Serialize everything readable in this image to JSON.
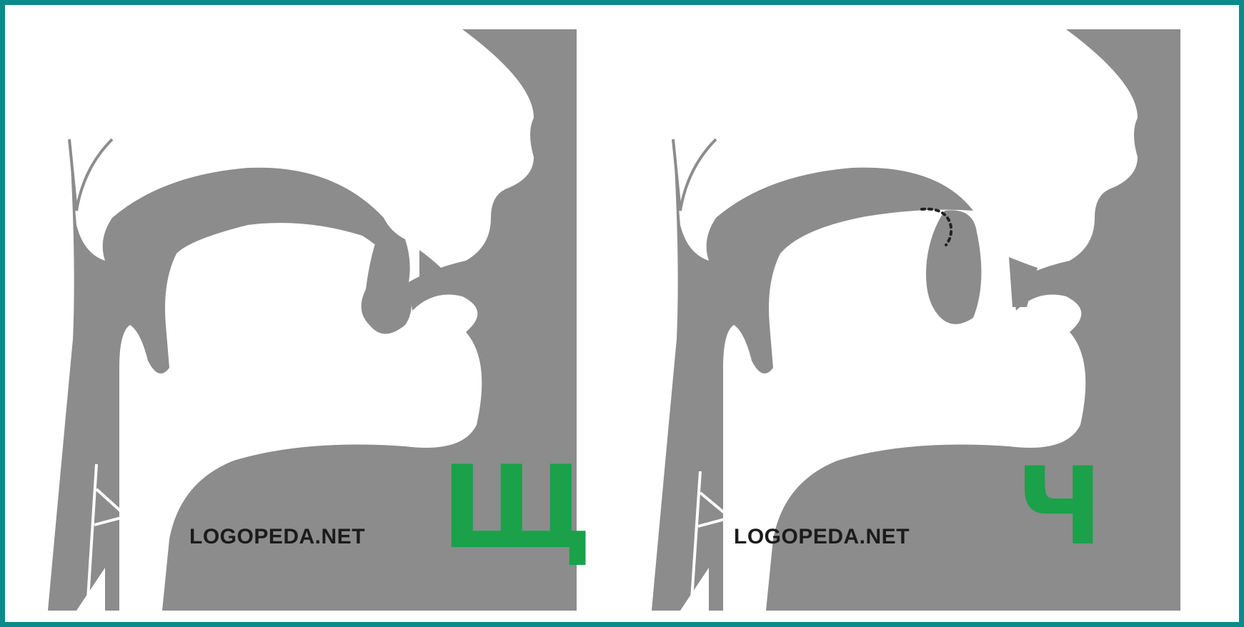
{
  "panels": [
    {
      "letter": "Щ",
      "watermark": "LOGOPEDA.NET",
      "has_contact_marker": false
    },
    {
      "letter": "Ч",
      "watermark": "LOGOPEDA.NET",
      "has_contact_marker": true
    }
  ],
  "colors": {
    "frame": "#0a8a8a",
    "silhouette": "#8c8c8c",
    "letter": "#1aa14a",
    "watermark": "#1b1b1b"
  }
}
